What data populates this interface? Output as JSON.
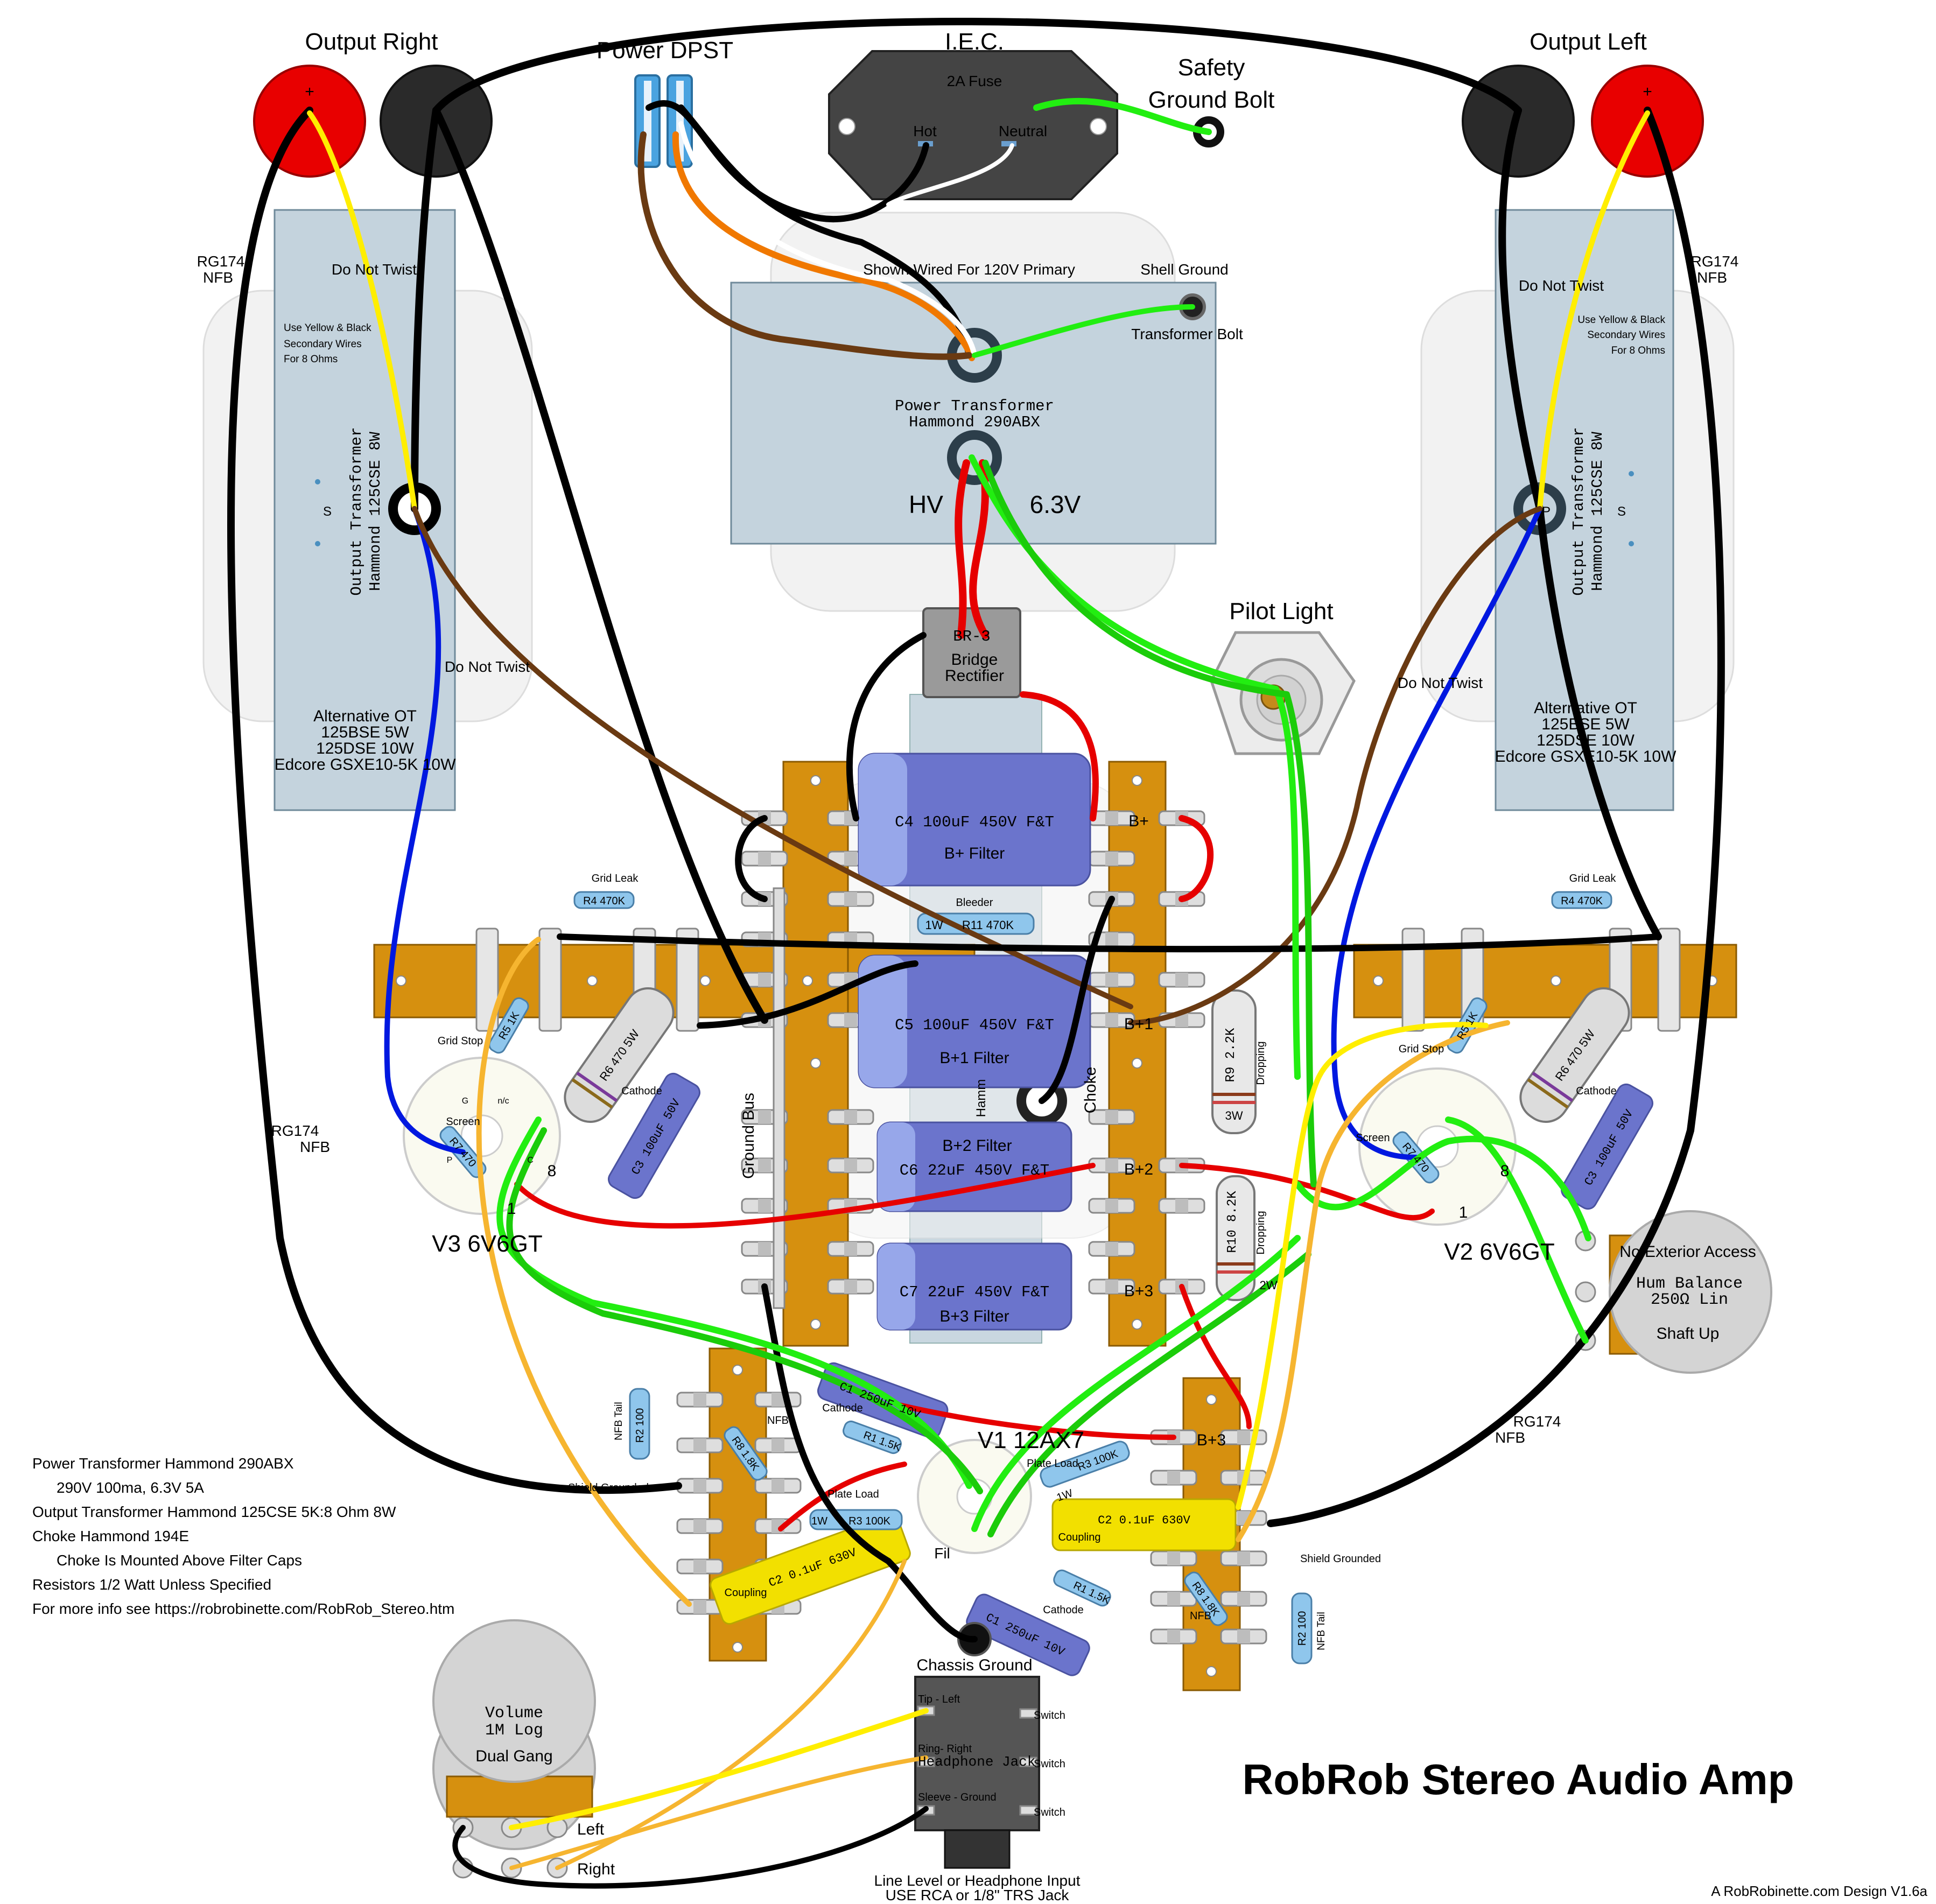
{
  "title": "RobRob Stereo Audio Amp",
  "credit": "A RobRobinette.com Design V1.6a",
  "colors": {
    "tagstrip": "#d6900f",
    "capacitor_blue": "#7b86d6",
    "capacitor_dark": "#6b74cc",
    "coupling_cap": "#f2e000",
    "transformer": "#c4d3dd",
    "wire_red": "#e60000",
    "wire_green": "#22ee11",
    "wire_yellow": "#ffee00",
    "wire_blue": "#0018e0",
    "wire_brown": "#6a3a12",
    "wire_orange": "#f07800",
    "wire_gold": "#f6b530",
    "binding_post_red": "#e80000",
    "binding_post_black": "#2a2a2a"
  },
  "top": {
    "output_right": "Output Right",
    "output_left": "Output Left",
    "plus": "+",
    "power_dpst": "Power DPST",
    "iec": "I.E.C.",
    "fuse": "2A Fuse",
    "hot": "Hot",
    "neutral": "Neutral",
    "safety_ground_1": "Safety",
    "safety_ground_2": "Ground Bolt"
  },
  "power_transformer": {
    "wired_note": "Shown Wired For 120V Primary",
    "shell_ground": "Shell Ground",
    "transformer_bolt": "Transformer Bolt",
    "name_1": "Power Transformer",
    "name_2": "Hammond 290ABX",
    "hv": "HV",
    "v63": "6.3V"
  },
  "output_transformer_right": {
    "rg174": "RG174",
    "nfb": "NFB",
    "do_not_twist": "Do Not Twist",
    "note_1": "Use Yellow & Black",
    "note_2": "Secondary Wires",
    "note_3": "For 8 Ohms",
    "name_1": "Output Transformer",
    "name_2": "Hammond 125CSE 8W",
    "s": "S",
    "do_not_twist_2": "Do Not Twist",
    "alt_1": "Alternative OT",
    "alt_2": "125BSE 5W",
    "alt_3": "125DSE 10W",
    "alt_4": "Edcore GSXE10-5K 10W"
  },
  "output_transformer_left": {
    "rg174": "RG174",
    "nfb": "NFB",
    "do_not_twist": "Do Not Twist",
    "note_1": "Use Yellow & Black",
    "note_2": "Secondary Wires",
    "note_3": "For 8 Ohms",
    "name_1": "Output Transformer",
    "name_2": "Hammond 125CSE 8W",
    "s": "S",
    "p": "P",
    "do_not_twist_2": "Do Not Twist",
    "alt_1": "Alternative OT",
    "alt_2": "125BSE 5W",
    "alt_3": "125DSE 10W",
    "alt_4": "Edcore GSXE10-5K 10W"
  },
  "rectifier": {
    "code": "BR-3",
    "name_1": "Bridge",
    "name_2": "Rectifier"
  },
  "pilot_light": "Pilot Light",
  "filter_caps": {
    "c4": "C4  100uF  450V  F&T",
    "c4_sub": "B+ Filter",
    "c5": "C5  100uF  450V  F&T",
    "c5_sub": "B+1 Filter",
    "c6_sub": "B+2 Filter",
    "c6": "C6  22uF  450V  F&T",
    "c7": "C7  22uF  450V  F&T",
    "c7_sub": "B+3 Filter",
    "bleeder": "Bleeder",
    "r11": "R11  470K",
    "w1": "1W",
    "b_plus": "B+",
    "b_plus1": "B+1",
    "b_plus2": "B+2",
    "b_plus3": "B+3",
    "ground_bus": "Ground Bus",
    "choke": "Choke",
    "hamm": "Hamm",
    "r9": "R9  2.2K",
    "r9_w": "3W",
    "r10": "R10  8.2K",
    "r10_w": "2W",
    "dropping": "Dropping",
    "dropping_2": "Dropping"
  },
  "v3": {
    "grid_leak": "Grid Leak",
    "r4": "R4  470K",
    "r5": "R5  1K",
    "grid_stop": "Grid Stop",
    "r6": "R6  470  5W",
    "cathode": "Cathode",
    "c3": "C3  100uF  50V",
    "screen": "Screen",
    "r7": "R7  470",
    "pin8": "8",
    "pin1": "1",
    "pin_g": "G",
    "pin_nc": "n/c",
    "pin_p": "P",
    "pin_c": "C",
    "tube": "V3 6V6GT",
    "rg174": "RG174",
    "nfb": "NFB"
  },
  "v2": {
    "grid_leak": "Grid Leak",
    "r4": "R4  470K",
    "r5": "R5  1K",
    "grid_stop": "Grid Stop",
    "r6": "R6  470  5W",
    "cathode": "Cathode",
    "c3": "C3  100uF  50V",
    "screen": "Screen",
    "r7": "R7  470",
    "pin8": "8",
    "pin1": "1",
    "tube": "V2 6V6GT"
  },
  "hum_balance": {
    "no_access": "No Exterior Access",
    "name": "Hum Balance",
    "value": "250Ω Lin",
    "shaft": "Shaft Up"
  },
  "v1": {
    "tube": "V1 12AX7",
    "fil": "Fil",
    "rg174": "RG174",
    "nfb": "NFB",
    "left_nfb_tail": "NFB Tail",
    "left_r2": "R2  100",
    "left_r8": "R8  1.8K",
    "left_nfb": "NFB",
    "left_c1": "C1  250uF  10V",
    "left_cathode": "Cathode",
    "left_r1": "R1  1.5K",
    "left_plate_load": "Plate Load",
    "left_r3": "R3  100K",
    "left_1w": "1W",
    "shield_grounded": "Shield Grounded",
    "left_c2": "C2  0.1uF  630V",
    "left_coupling": "Coupling",
    "right_b3": "B+3",
    "right_plate_load": "Plate Load",
    "right_r3": "R3  100K",
    "right_1w": "1W",
    "right_c2": "C2  0.1uF  630V",
    "right_coupling": "Coupling",
    "right_shield_grounded": "Shield Grounded",
    "right_cathode": "Cathode",
    "right_r1": "R1  1.5K",
    "right_r8": "R8  1.8K",
    "right_nfb": "NFB",
    "right_c1": "C1  250uF  10V",
    "right_r2": "R2  100",
    "right_nfb_tail": "NFB Tail"
  },
  "notes": [
    "Power Transformer Hammond 290ABX",
    "290V 100ma, 6.3V 5A",
    "Output Transformer Hammond 125CSE 5K:8 Ohm 8W",
    "Choke Hammond 194E",
    "Choke Is Mounted Above Filter Caps",
    "Resistors 1/2 Watt Unless Specified",
    "For more info see https://robrobinette.com/RobRob_Stereo.htm"
  ],
  "chassis_ground": "Chassis Ground",
  "volume": {
    "name": "Volume",
    "value": "1M Log",
    "type": "Dual Gang",
    "left": "Left",
    "right": "Right"
  },
  "jack": {
    "tip": "Tip - Left",
    "ring": "Ring- Right",
    "sleeve": "Sleeve - Ground",
    "name": "Headphone Jack",
    "switch1": "Switch",
    "switch2": "Switch",
    "switch3": "Switch",
    "caption_1": "Line Level or Headphone Input",
    "caption_2": "USE RCA or 1/8\" TRS Jack"
  }
}
